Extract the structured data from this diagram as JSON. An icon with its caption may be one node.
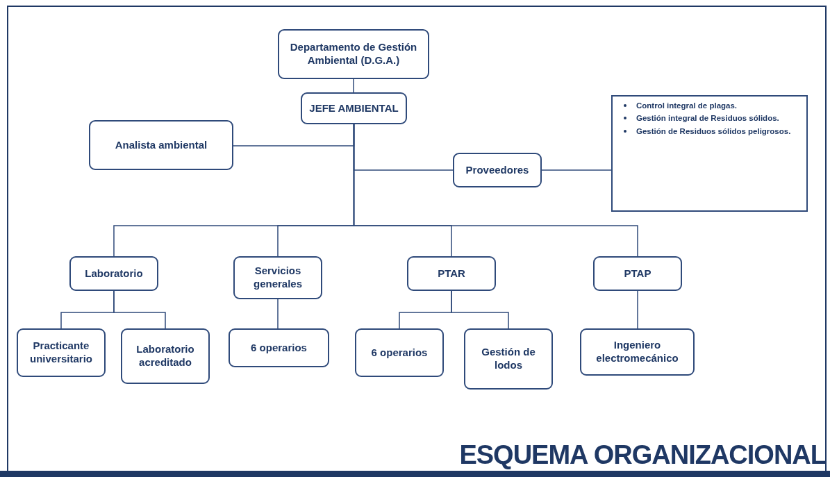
{
  "diagram": {
    "title": "ESQUEMA ORGANIZACIONAL",
    "nodes": [
      {
        "text": [
          "Departamento de Gestión Ambiental (D.G.A.)"
        ]
      },
      {
        "text": [
          "JEFE AMBIENTAL"
        ]
      },
      {
        "text": [
          "Analista ambiental"
        ]
      },
      {
        "text": [
          "Proveedores"
        ]
      },
      {
        "text": [
          "Control integral de plagas.",
          "Gestión integral de Residuos sólidos.",
          "Gestión de Residuos sólidos peligrosos."
        ]
      },
      {
        "text": [
          "Laboratorio"
        ]
      },
      {
        "text": [
          "Servicios generales"
        ]
      },
      {
        "text": [
          "PTAR"
        ]
      },
      {
        "text": [
          "PTAP"
        ]
      },
      {
        "text": [
          "Practicante universitario"
        ]
      },
      {
        "text": [
          "Laboratorio acreditado"
        ]
      },
      {
        "text": [
          "6 operarios"
        ]
      },
      {
        "text": [
          "6 operarios"
        ]
      },
      {
        "text": [
          "Gestión de lodos"
        ]
      },
      {
        "text": [
          "Ingeniero electromecánico"
        ]
      }
    ],
    "edges": [
      {
        "from": 0,
        "to": 1,
        "arrow": "none"
      },
      {
        "from": 1,
        "to": 2,
        "arrow": "none"
      },
      {
        "from": 1,
        "to": 3,
        "arrow": "none"
      },
      {
        "from": 3,
        "to": 4,
        "arrow": "none"
      },
      {
        "from": 1,
        "to": 5,
        "arrow": "none"
      },
      {
        "from": 1,
        "to": 6,
        "arrow": "none"
      },
      {
        "from": 1,
        "to": 7,
        "arrow": "none"
      },
      {
        "from": 1,
        "to": 8,
        "arrow": "none"
      },
      {
        "from": 5,
        "to": 9,
        "arrow": "none"
      },
      {
        "from": 5,
        "to": 10,
        "arrow": "none"
      },
      {
        "from": 6,
        "to": 11,
        "arrow": "none"
      },
      {
        "from": 7,
        "to": 12,
        "arrow": "none"
      },
      {
        "from": 7,
        "to": 13,
        "arrow": "none"
      },
      {
        "from": 8,
        "to": 14,
        "arrow": "none"
      }
    ]
  }
}
